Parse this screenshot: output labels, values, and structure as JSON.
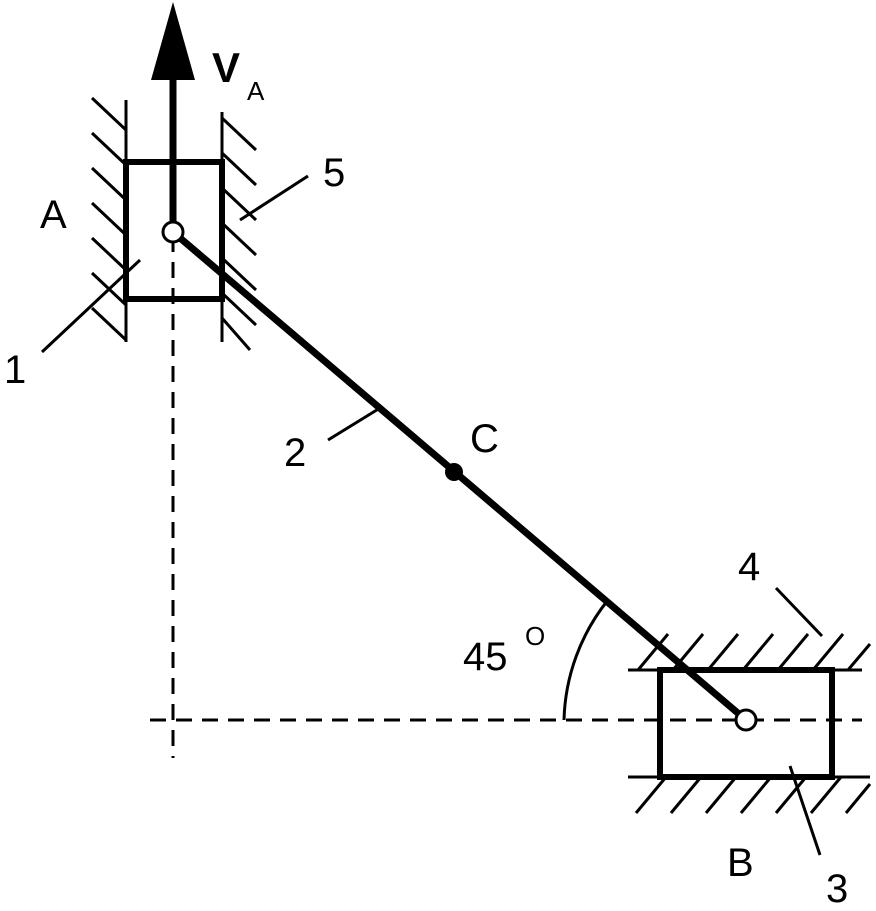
{
  "diagram": {
    "velocity": {
      "symbol": "V",
      "subscript": "A"
    },
    "points": {
      "A": "A",
      "B": "B",
      "C": "C"
    },
    "parts": {
      "p1": "1",
      "p2": "2",
      "p3": "3",
      "p4": "4",
      "p5": "5"
    },
    "angle": {
      "value": "45",
      "unit": "O"
    }
  },
  "colors": {
    "ink": "#000000",
    "background": "#ffffff"
  }
}
